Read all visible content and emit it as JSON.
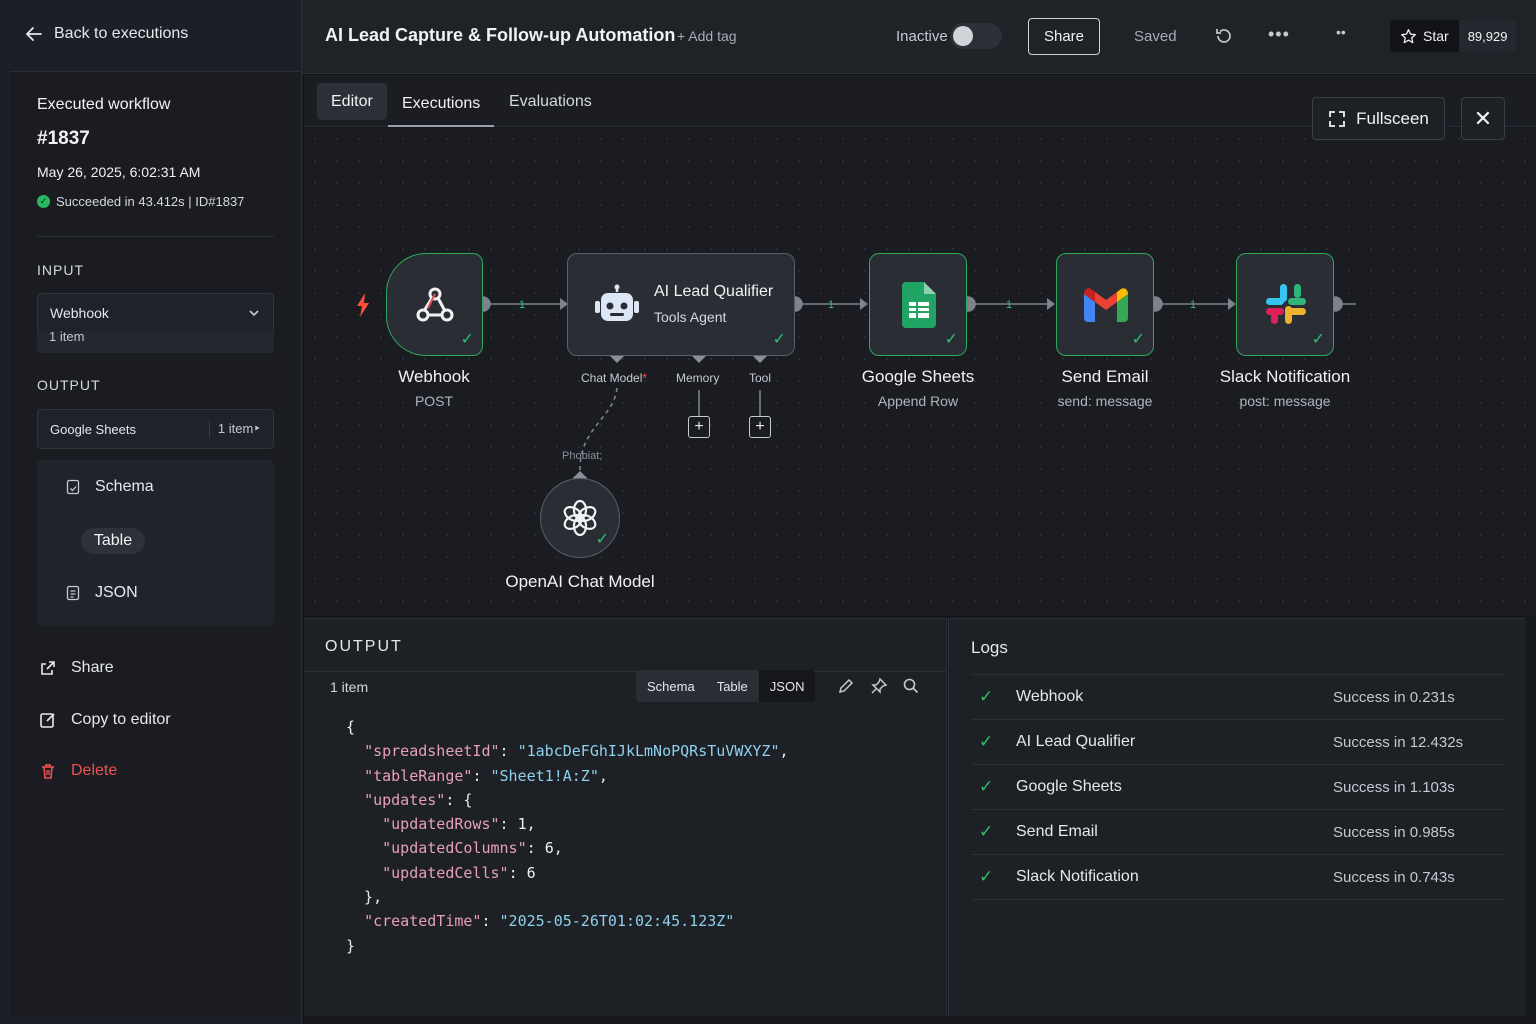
{
  "sidebar": {
    "back_label": "Back to executions",
    "heading": "Executed workflow",
    "execution_number": "#1837",
    "date": "May 26, 2025, 6:02:31 AM",
    "status": "Succeeded in 43.412s | ID#1837",
    "input_label": "INPUT",
    "input_select": "Webhook",
    "input_count": "1 item",
    "output_label": "OUTPUT",
    "output_select": "Google Sheets",
    "output_count": "1 item‣",
    "views": {
      "schema": "Schema",
      "table": "Table",
      "json": "JSON"
    },
    "actions": {
      "share": "Share",
      "copy": "Copy to editor",
      "delete": "Delete"
    }
  },
  "topbar": {
    "title": "AI Lead Capture & Follow-up Automation",
    "add_tag": "+ Add tag",
    "inactive_label": "Inactive",
    "share": "Share",
    "saved": "Saved",
    "star_label": "Star",
    "star_count": "89,929"
  },
  "tabs": {
    "editor": "Editor",
    "executions": "Executions",
    "evaluations": "Evaluations"
  },
  "canvas": {
    "fullscreen": "Fullsceen",
    "nodes": {
      "webhook": {
        "title": "Webhook",
        "subtitle": "POST"
      },
      "agent": {
        "title": "AI Lead Qualifier",
        "subtitle": "Tools Agent"
      },
      "sheets": {
        "title": "Google Sheets",
        "subtitle": "Append Row"
      },
      "email": {
        "title": "Send Email",
        "subtitle": "send: message"
      },
      "slack": {
        "title": "Slack Notification",
        "subtitle": "post: message"
      },
      "openai": {
        "title": "OpenAI Chat Model"
      }
    },
    "connection_counts": [
      "1",
      "1",
      "1",
      "1"
    ],
    "sub_inputs": {
      "chat_model": "Chat Model",
      "required_mark": "*",
      "memory": "Memory",
      "tool": "Tool"
    },
    "chat_model_link": "Phobiat;",
    "accent_colors": {
      "success": "#2fbf6a",
      "trigger": "#ff4f3b",
      "border": "#2ea85a"
    }
  },
  "output_panel": {
    "title": "OUTPUT",
    "count": "1 item",
    "views": {
      "schema": "Schema",
      "table": "Table",
      "json": "JSON"
    },
    "json": {
      "spreadsheetId": "\"1abcDeFGhIJkLmNoPQRsTuVWXYZ\"",
      "tableRange": "\"Sheet1!A:Z\"",
      "updatedRows": "1",
      "updatedColumns": "6",
      "updatedCells": "6",
      "createdTime": "\"2025-05-26T01:02:45.123Z\""
    }
  },
  "logs": {
    "title": "Logs",
    "rows": [
      {
        "name": "Webhook",
        "time": "Success in 0.231s"
      },
      {
        "name": "AI Lead Qualifier",
        "time": "Success in 12.432s"
      },
      {
        "name": "Google Sheets",
        "time": "Success in 1.103s"
      },
      {
        "name": "Send Email",
        "time": "Success in 0.985s"
      },
      {
        "name": "Slack Notification",
        "time": "Success in 0.743s"
      }
    ]
  }
}
